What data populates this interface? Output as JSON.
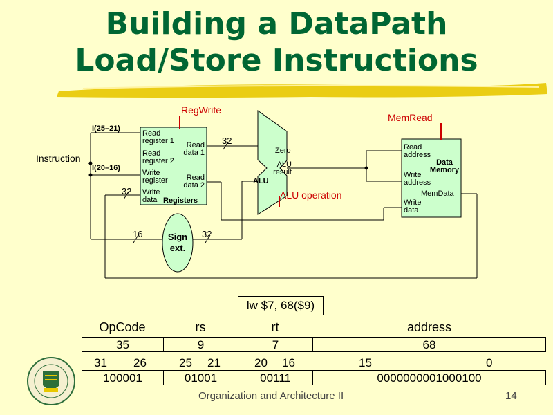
{
  "title": {
    "line1": "Building a DataPath",
    "line2": "Load/Store Instructions"
  },
  "diagram": {
    "regwrite": "RegWrite",
    "memread": "MemRead",
    "alu_operation": "ALU operation",
    "instruction": "Instruction",
    "field_25_21": "I(25–21)",
    "field_20_16": "I(20–16)",
    "width_32_a": "32",
    "width_32_b": "32",
    "width_32_c": "32",
    "width_16": "16",
    "regs": {
      "read_reg1_a": "Read",
      "read_reg1_b": "register 1",
      "read_reg2_a": "Read",
      "read_reg2_b": "register 2",
      "write_reg_a": "Write",
      "write_reg_b": "register",
      "write_data_a": "Write",
      "write_data_b": "data",
      "read_data1_a": "Read",
      "read_data1_b": "data 1",
      "read_data2_a": "Read",
      "read_data2_b": "data 2",
      "name": "Registers"
    },
    "alu": {
      "zero": "Zero",
      "result_a": "ALU",
      "result_b": "result",
      "name": "ALU"
    },
    "sign_ext": {
      "line1": "Sign",
      "line2": "ext."
    },
    "mem": {
      "read_addr_a": "Read",
      "read_addr_b": "address",
      "write_addr_a": "Write",
      "write_addr_b": "address",
      "write_data_a": "Write",
      "write_data_b": "data",
      "name_a": "Data",
      "name_b": "Memory",
      "memdata": "MemData"
    }
  },
  "instruction_example": "lw $7, 68($9)",
  "format": {
    "headers": [
      "OpCode",
      "rs",
      "rt",
      "address"
    ],
    "decimal": [
      "35",
      "9",
      "7",
      "68"
    ],
    "bit_ranges": [
      [
        "31",
        "26"
      ],
      [
        "25",
        "21"
      ],
      [
        "20",
        "16"
      ],
      [
        "15",
        "0"
      ]
    ],
    "binary": [
      "100001",
      "01001",
      "00111",
      "0000000001000100"
    ]
  },
  "footer": {
    "course": "Organization and Architecture II",
    "page": "14"
  },
  "colors": {
    "title": "#006633",
    "accent_red": "#cc0000",
    "background": "#ffffcc",
    "block_fill": "#ccffcc"
  }
}
